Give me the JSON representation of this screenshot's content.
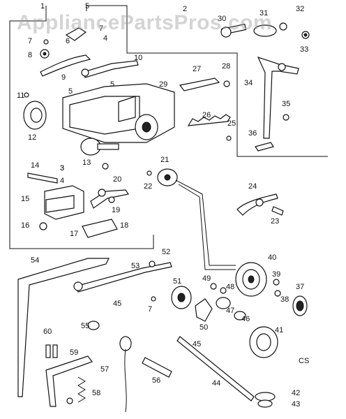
{
  "watermark": "AppliancePartsPros.com",
  "corner_code": "CS",
  "callouts": [
    {
      "id": "c1",
      "text": "1"
    },
    {
      "id": "c2",
      "text": "2"
    },
    {
      "id": "c3",
      "text": "3"
    },
    {
      "id": "c4",
      "text": "4"
    },
    {
      "id": "c5a",
      "text": "5"
    },
    {
      "id": "c5b",
      "text": "5"
    },
    {
      "id": "c5c",
      "text": "5"
    },
    {
      "id": "c6",
      "text": "6"
    },
    {
      "id": "c7a",
      "text": "7"
    },
    {
      "id": "c7b",
      "text": "7"
    },
    {
      "id": "c7c",
      "text": "7"
    },
    {
      "id": "c8",
      "text": "8"
    },
    {
      "id": "c9",
      "text": "9"
    },
    {
      "id": "c10",
      "text": "10"
    },
    {
      "id": "c11",
      "text": "11"
    },
    {
      "id": "c12",
      "text": "12"
    },
    {
      "id": "c13",
      "text": "13"
    },
    {
      "id": "c14",
      "text": "14"
    },
    {
      "id": "c3b",
      "text": "3"
    },
    {
      "id": "c4b",
      "text": "4"
    },
    {
      "id": "c15",
      "text": "15"
    },
    {
      "id": "c16",
      "text": "16"
    },
    {
      "id": "c17",
      "text": "17"
    },
    {
      "id": "c18",
      "text": "18"
    },
    {
      "id": "c19",
      "text": "19"
    },
    {
      "id": "c20",
      "text": "20"
    },
    {
      "id": "c21",
      "text": "21"
    },
    {
      "id": "c22",
      "text": "22"
    },
    {
      "id": "c23",
      "text": "23"
    },
    {
      "id": "c24",
      "text": "24"
    },
    {
      "id": "c25",
      "text": "25"
    },
    {
      "id": "c26",
      "text": "26"
    },
    {
      "id": "c27",
      "text": "27"
    },
    {
      "id": "c28",
      "text": "28"
    },
    {
      "id": "c29",
      "text": "29"
    },
    {
      "id": "c30",
      "text": "30"
    },
    {
      "id": "c31",
      "text": "31"
    },
    {
      "id": "c32",
      "text": "32"
    },
    {
      "id": "c33",
      "text": "33"
    },
    {
      "id": "c34",
      "text": "34"
    },
    {
      "id": "c35",
      "text": "35"
    },
    {
      "id": "c36",
      "text": "36"
    },
    {
      "id": "c37",
      "text": "37"
    },
    {
      "id": "c38",
      "text": "38"
    },
    {
      "id": "c39",
      "text": "39"
    },
    {
      "id": "c40",
      "text": "40"
    },
    {
      "id": "c41",
      "text": "41"
    },
    {
      "id": "c42",
      "text": "42"
    },
    {
      "id": "c43",
      "text": "43"
    },
    {
      "id": "c44",
      "text": "44"
    },
    {
      "id": "c45a",
      "text": "45"
    },
    {
      "id": "c45b",
      "text": "45"
    },
    {
      "id": "c46",
      "text": "46"
    },
    {
      "id": "c47",
      "text": "47"
    },
    {
      "id": "c48",
      "text": "48"
    },
    {
      "id": "c49",
      "text": "49"
    },
    {
      "id": "c50",
      "text": "50"
    },
    {
      "id": "c51",
      "text": "51"
    },
    {
      "id": "c52",
      "text": "52"
    },
    {
      "id": "c53",
      "text": "53"
    },
    {
      "id": "c54",
      "text": "54"
    },
    {
      "id": "c55",
      "text": "55"
    },
    {
      "id": "c56",
      "text": "56"
    },
    {
      "id": "c57",
      "text": "57"
    },
    {
      "id": "c58",
      "text": "58"
    },
    {
      "id": "c59",
      "text": "59"
    },
    {
      "id": "c60",
      "text": "60"
    }
  ]
}
